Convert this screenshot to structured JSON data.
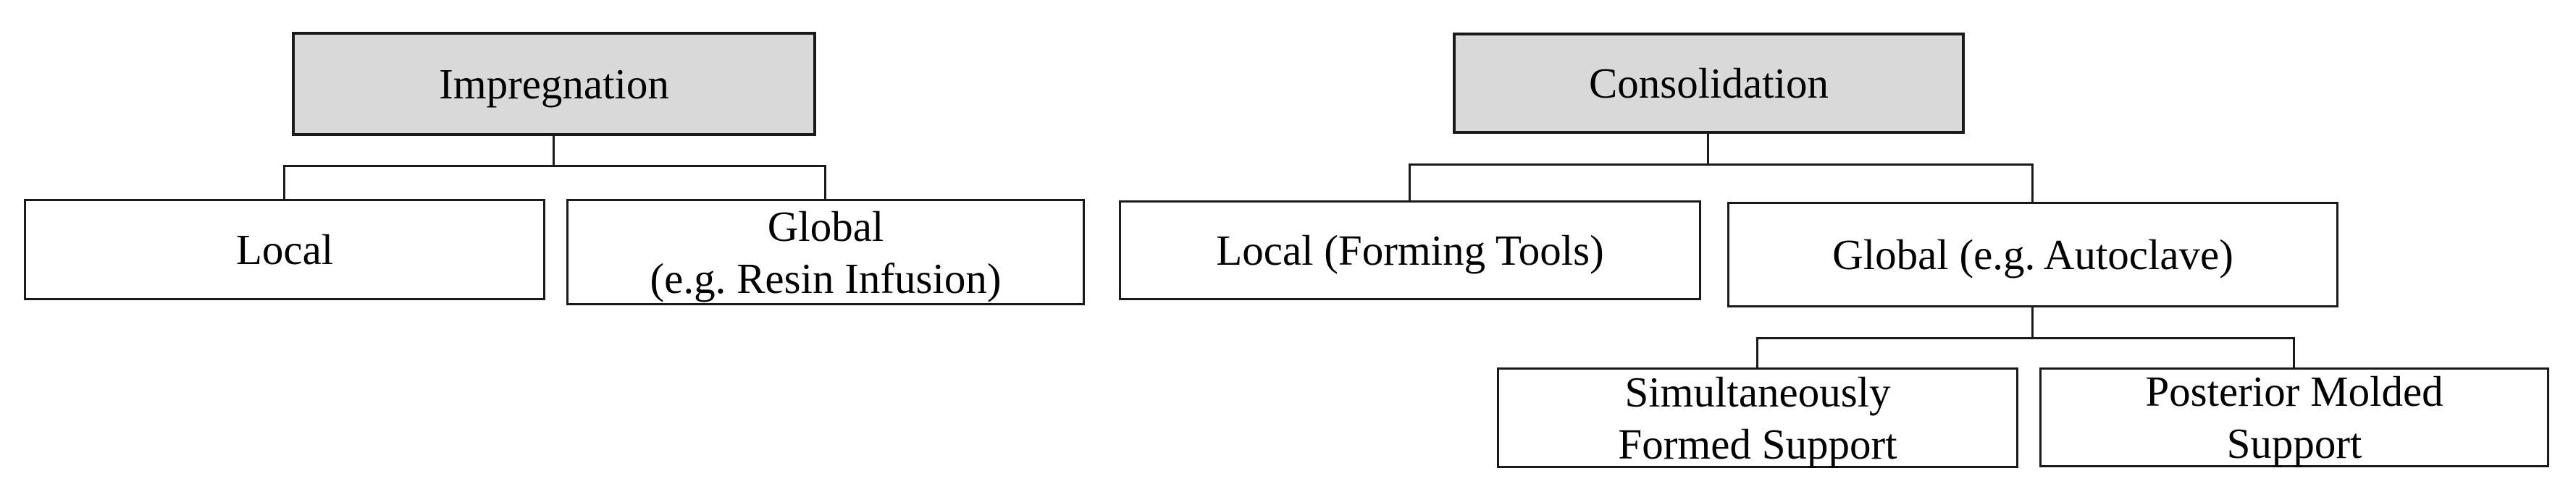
{
  "diagram": {
    "type": "tree-flowchart",
    "colors": {
      "root_fill": "#d9d9d9",
      "child_fill": "#ffffff",
      "border": "#1a1a1a",
      "connector": "#1a1a1a",
      "background": "#ffffff",
      "text": "#000000"
    },
    "trees": [
      {
        "root": "Impregnation",
        "children": [
          {
            "label": "Local"
          },
          {
            "label": "Global\n(e.g. Resin Infusion)"
          }
        ]
      },
      {
        "root": "Consolidation",
        "children": [
          {
            "label": "Local (Forming Tools)"
          },
          {
            "label": "Global (e.g. Autoclave)",
            "children": [
              {
                "label": "Simultaneously\nFormed Support"
              },
              {
                "label": "Posterior Molded\nSupport"
              }
            ]
          }
        ]
      }
    ]
  }
}
